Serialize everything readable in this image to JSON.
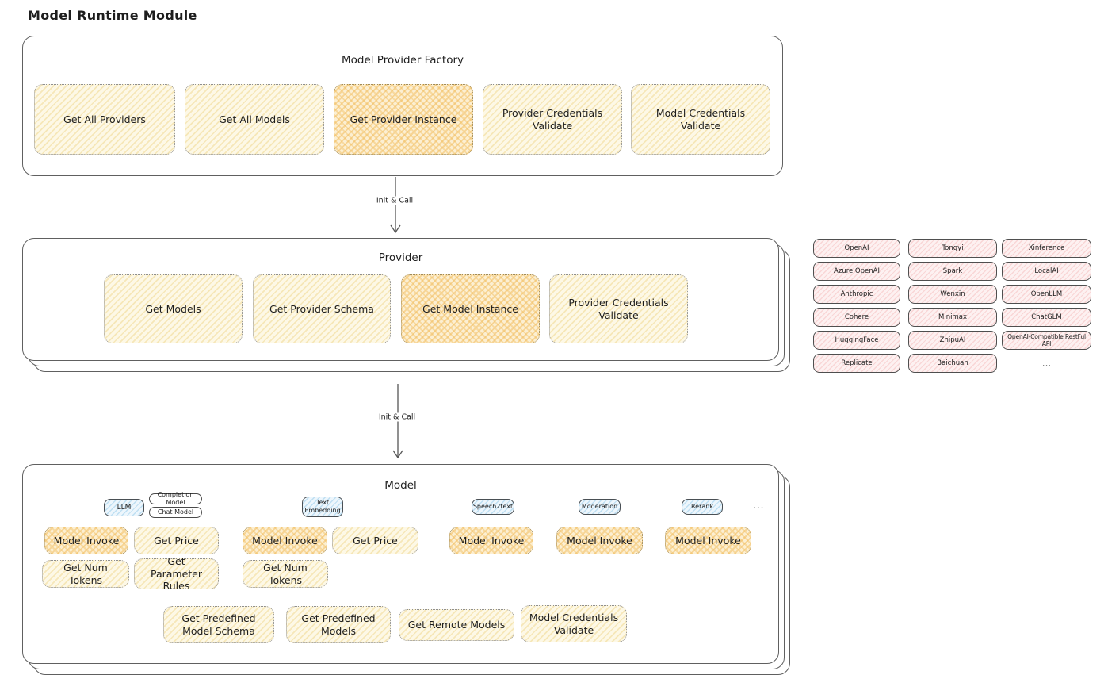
{
  "title": "Model Runtime Module",
  "factory": {
    "title": "Model Provider Factory",
    "buttons": [
      {
        "label": "Get All Providers",
        "highlight": false
      },
      {
        "label": "Get All Models",
        "highlight": false
      },
      {
        "label": "Get Provider Instance",
        "highlight": true
      },
      {
        "label": "Provider Credentials Validate",
        "highlight": false
      },
      {
        "label": "Model Credentials Validate",
        "highlight": false
      }
    ]
  },
  "arrow1": {
    "label": "Init & Call"
  },
  "arrow2": {
    "label": "Init & Call"
  },
  "provider": {
    "title": "Provider",
    "buttons": [
      {
        "label": "Get Models",
        "highlight": false
      },
      {
        "label": "Get Provider Schema",
        "highlight": false
      },
      {
        "label": "Get Model Instance",
        "highlight": true
      },
      {
        "label": "Provider Credentials Validate",
        "highlight": false
      }
    ]
  },
  "providers_grid": {
    "col1": [
      "OpenAI",
      "Azure OpenAI",
      "Anthropic",
      "Cohere",
      "HuggingFace",
      "Replicate"
    ],
    "col2": [
      "Tongyi",
      "Spark",
      "Wenxin",
      "Minimax",
      "ZhipuAI",
      "Baichuan"
    ],
    "col3": [
      "Xinference",
      "LocalAI",
      "OpenLLM",
      "ChatGLM",
      "OpenAI-Compatible RestFul API"
    ],
    "more": "..."
  },
  "model": {
    "title": "Model",
    "tabs": {
      "llm": "LLM",
      "completion": "Completion Model",
      "chat": "Chat Model",
      "text_embedding": "Text Embedding",
      "speech2text": "Speech2text",
      "moderation": "Moderation",
      "rerank": "Rerank",
      "more": "..."
    },
    "buttons": {
      "llm_invoke": "Model Invoke",
      "llm_get_price": "Get Price",
      "llm_get_num_tokens": "Get Num Tokens",
      "llm_get_parameter_rules": "Get Parameter Rules",
      "te_invoke": "Model Invoke",
      "te_get_price": "Get Price",
      "te_get_num_tokens": "Get Num Tokens",
      "s2t_invoke": "Model Invoke",
      "mod_invoke": "Model Invoke",
      "rerank_invoke": "Model Invoke"
    },
    "bottom_buttons": [
      {
        "label": "Get Predefined Model Schema"
      },
      {
        "label": "Get Predefined Models"
      },
      {
        "label": "Get Remote Models"
      },
      {
        "label": "Model Credentials Validate"
      }
    ]
  },
  "colors": {
    "node_cream": "#fdf8e6",
    "node_cream_hatch": "#f0d58a",
    "node_highlight": "#fcefd2",
    "node_highlight_hatch": "#f2be60",
    "tag_blue": "#edf6fc",
    "tag_blue_hatch": "#8cc6e8",
    "provider_pink": "#fdf1f1",
    "provider_pink_hatch": "#f3b0b0",
    "stroke": "#606060",
    "text": "#1e1e1e"
  }
}
